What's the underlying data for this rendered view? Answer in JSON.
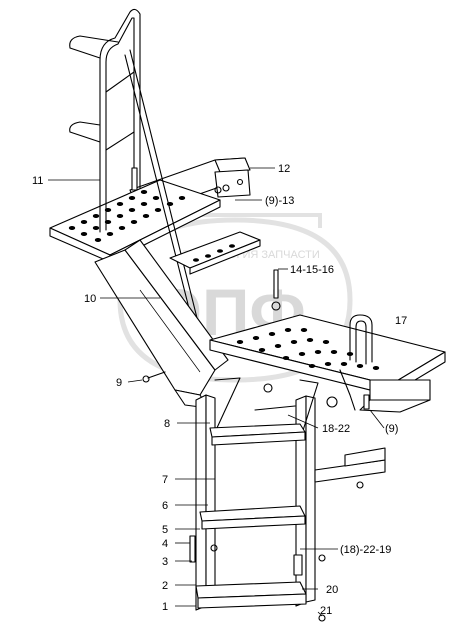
{
  "watermark": {
    "company": "ТЕХНОЛОГИЯ ЗАПЧАСТИ",
    "logo": "ЭПФ"
  },
  "callouts": [
    {
      "id": "c1",
      "text": "1"
    },
    {
      "id": "c2",
      "text": "2"
    },
    {
      "id": "c3",
      "text": "3"
    },
    {
      "id": "c4",
      "text": "4"
    },
    {
      "id": "c5",
      "text": "5"
    },
    {
      "id": "c6",
      "text": "6"
    },
    {
      "id": "c7",
      "text": "7"
    },
    {
      "id": "c8",
      "text": "8"
    },
    {
      "id": "c9a",
      "text": "9"
    },
    {
      "id": "c9b",
      "text": "(9)"
    },
    {
      "id": "c10",
      "text": "10"
    },
    {
      "id": "c11",
      "text": "11"
    },
    {
      "id": "c12",
      "text": "12"
    },
    {
      "id": "c13",
      "text": "(9)-13"
    },
    {
      "id": "c14",
      "text": "14-15-16"
    },
    {
      "id": "c17",
      "text": "17"
    },
    {
      "id": "c18",
      "text": "18-22"
    },
    {
      "id": "c19",
      "text": "(18)-22-19"
    },
    {
      "id": "c20",
      "text": "20"
    },
    {
      "id": "c21",
      "text": "21"
    }
  ],
  "colors": {
    "line": "#000000",
    "background": "#ffffff",
    "watermark": "#d9d9d9"
  }
}
